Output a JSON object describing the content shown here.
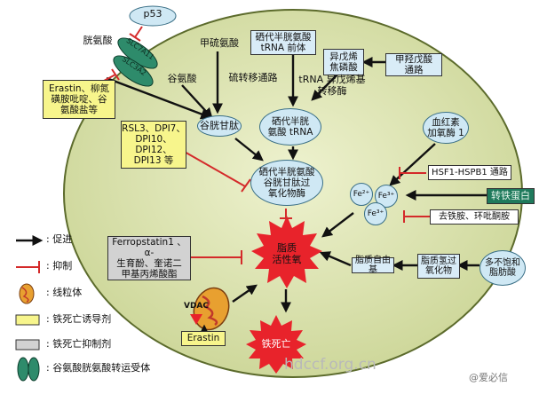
{
  "colors": {
    "cell_fill": "#dde5b4",
    "cell_stroke": "#5c6b2c",
    "promote": "#111111",
    "inhibit": "#d42a2a",
    "inducer_box": "#f7f58c",
    "inhibitor_box": "#d2d2d2",
    "node_fill": "#cfe8f4",
    "burst": "#e8232b"
  },
  "outside": {
    "p53": "p53",
    "cystine": "胱氨酸",
    "glutamate": "谷氨酸",
    "slc7a11": "SLC7A11",
    "slc3a2": "SLC3A2",
    "erastin_group": "Erastin、柳氮\n磺胺吡啶、谷\n氨酸盐等",
    "rsl3_group": "RSL3、DPI7、\nDPI10、\nDPI12、\nDPI13 等",
    "ferrostatin_group": "Ferropstatin1 、α-\n生育酚、奎诺二\n甲基丙烯酸酯",
    "erastin": "Erastin",
    "vdac": "VDAC"
  },
  "cell": {
    "methionine": "甲硫氨酸",
    "transsulfuration": "硫转移通路",
    "glutathione": "谷胱甘肽",
    "sec_trna_precursor": "硒代半胱氨酸\ntRNA 前体",
    "ipp": "异戊烯\n焦磷酸",
    "mevalonate": "甲羟戊酸\n通路",
    "trna_ipt": "tRNA 异戊烯基\n转移酶",
    "sec_trna": "硒代半胱\n氨酸 tRNA",
    "gpx4": "硒代半胱氨酸\n谷胱甘肽过\n氧化物酶",
    "heme": "血红素\n加氧酶 1",
    "hsf1": "HSF1-HSPB1 通路",
    "transferrin": "转铁蛋白",
    "fe2": "Fe²⁺",
    "fe3a": "Fe³⁺",
    "fe3b": "Fe³⁺",
    "iron_chelators": "去铁胺、环吡酮胺",
    "lipid_ros": "脂质\n活性氧",
    "lipid_radical": "脂质自由基",
    "lipid_peroxidation": "脂质氢过\n氧化物",
    "pufa": "多不饱和\n脂肪酸",
    "ferroptosis": "铁死亡"
  },
  "legend": [
    {
      "icon": "arrow-icon",
      "text": ": 促进"
    },
    {
      "icon": "inhibit-icon",
      "text": ": 抑制"
    },
    {
      "icon": "mitochondrion-icon",
      "text": ": 线粒体"
    },
    {
      "icon": "yellow-box-icon",
      "text": ": 铁死亡诱导剂"
    },
    {
      "icon": "gray-box-icon",
      "text": ": 铁死亡抑制剂"
    },
    {
      "icon": "transporter-icon",
      "text": ": 谷氨酸胱氨酸转运受体"
    }
  ],
  "watermark": {
    "site": "hdccf.org.cn",
    "brand": "@爱必信"
  }
}
